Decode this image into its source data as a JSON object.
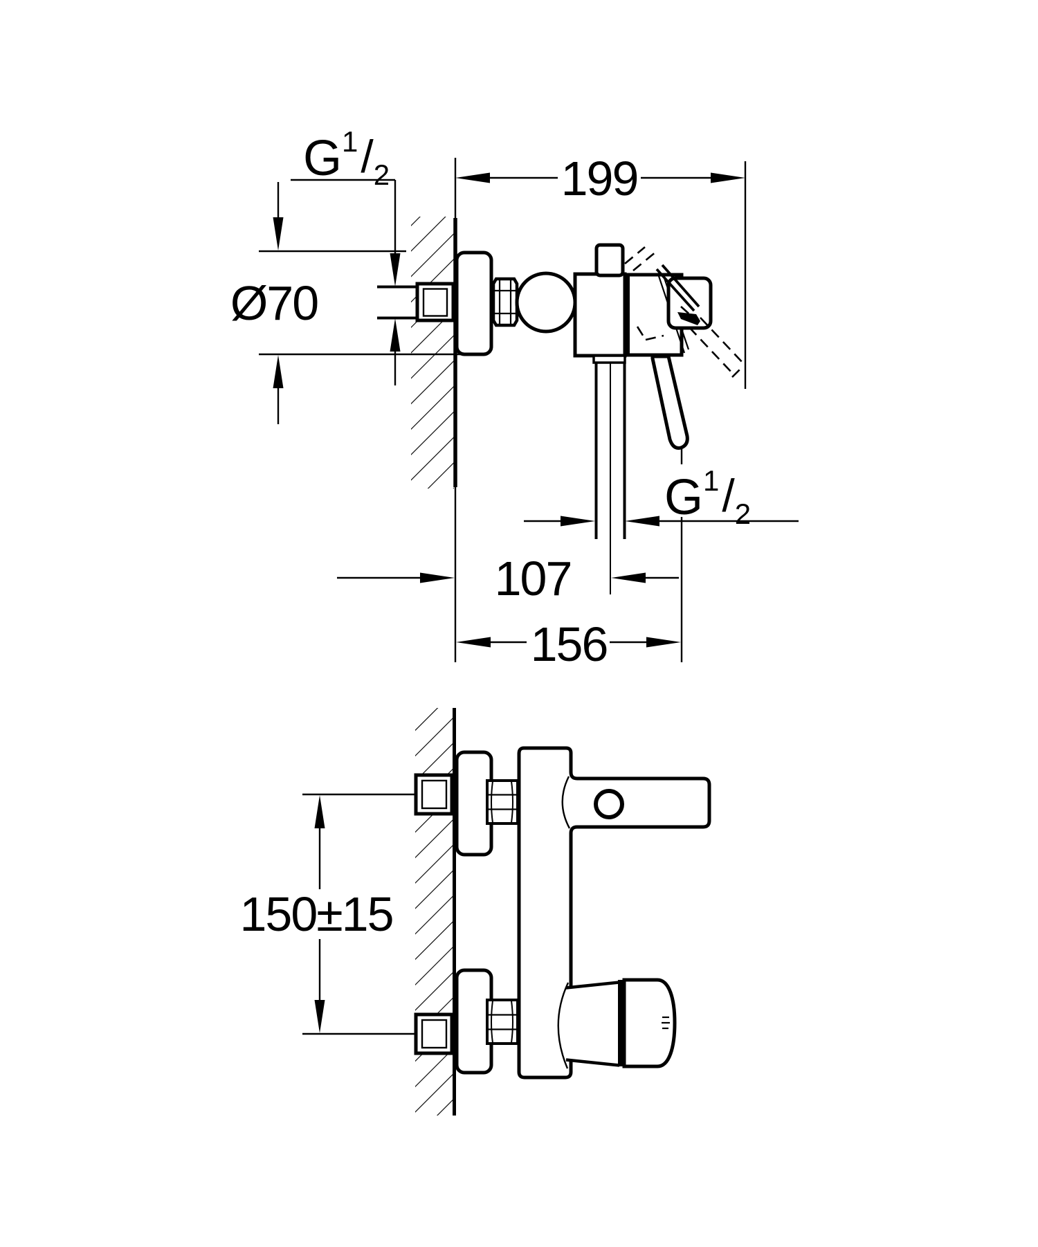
{
  "colors": {
    "line": "#000000",
    "background": "#ffffff"
  },
  "side_view": {
    "inlet_thread": {
      "base": "G",
      "sup": "1",
      "slash": "/",
      "sub": "2"
    },
    "overall_depth": "199",
    "escutcheon_diameter": "Ø70",
    "hose_thread": {
      "base": "G",
      "sup": "1",
      "slash": "/",
      "sub": "2"
    },
    "hose_outlet_offset": "107",
    "body_depth": "156"
  },
  "front_view": {
    "connection_spacing": "150±15"
  }
}
